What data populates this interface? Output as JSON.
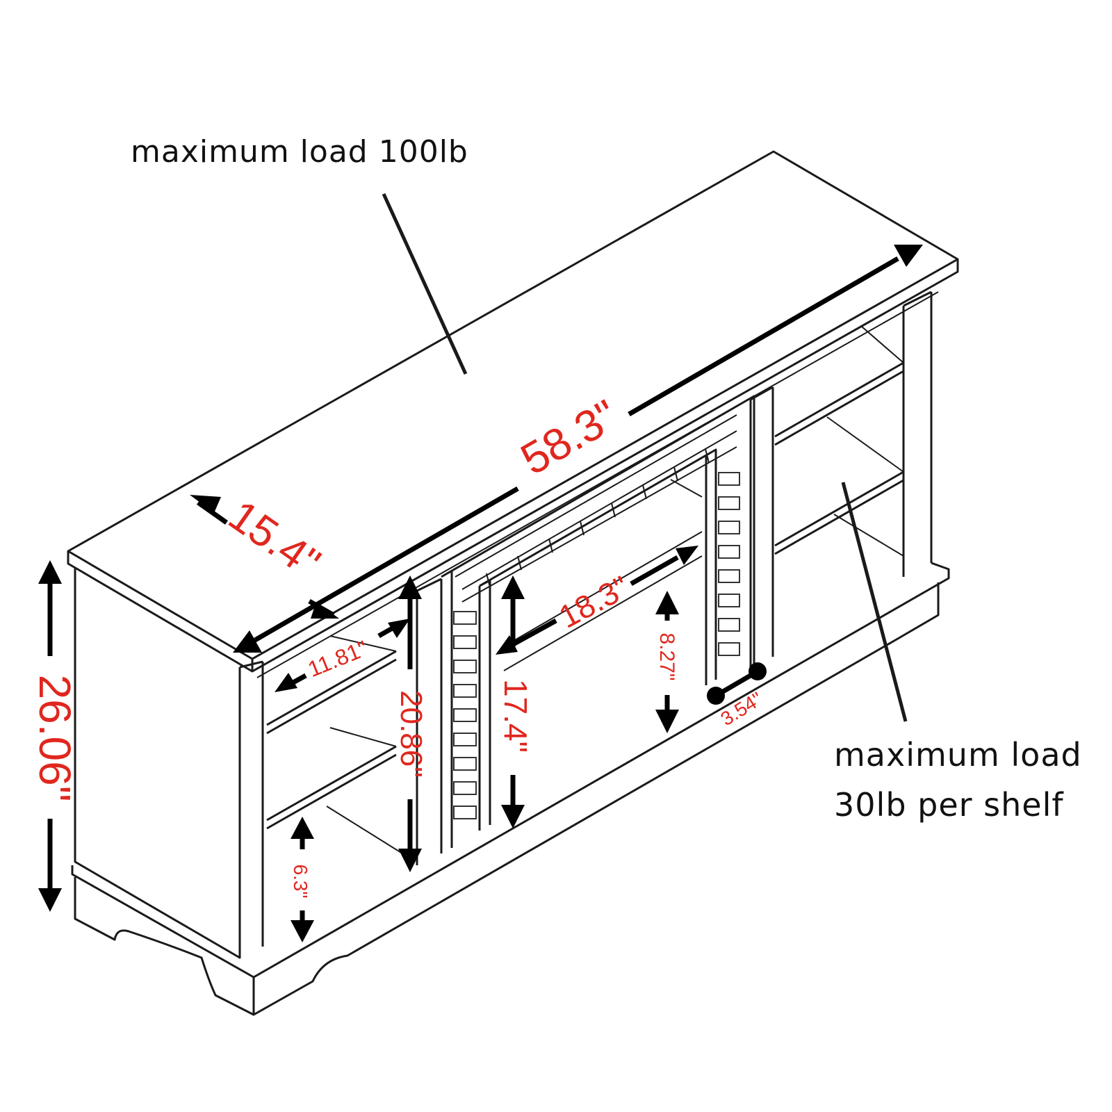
{
  "notes": {
    "top_load": "maximum load 100lb",
    "shelf_load_line1": "maximum load",
    "shelf_load_line2": "30lb per shelf"
  },
  "dimensions": {
    "total_width": "58.3\"",
    "depth": "15.4\"",
    "total_height": "26.06\"",
    "fireplace_opening_width": "18.3\"",
    "fireplace_opening_height": "17.4\"",
    "side_cabinet_height": "20.86\"",
    "side_shelf_depth": "11.81\"",
    "bottom_shelf_clearance": "6.3\"",
    "insert_recess_height": "8.27\"",
    "insert_recess_depth": "3.54\""
  },
  "colors": {
    "dimension_text": "#e0271e",
    "line": "#1a1a1a",
    "background": "#ffffff"
  }
}
